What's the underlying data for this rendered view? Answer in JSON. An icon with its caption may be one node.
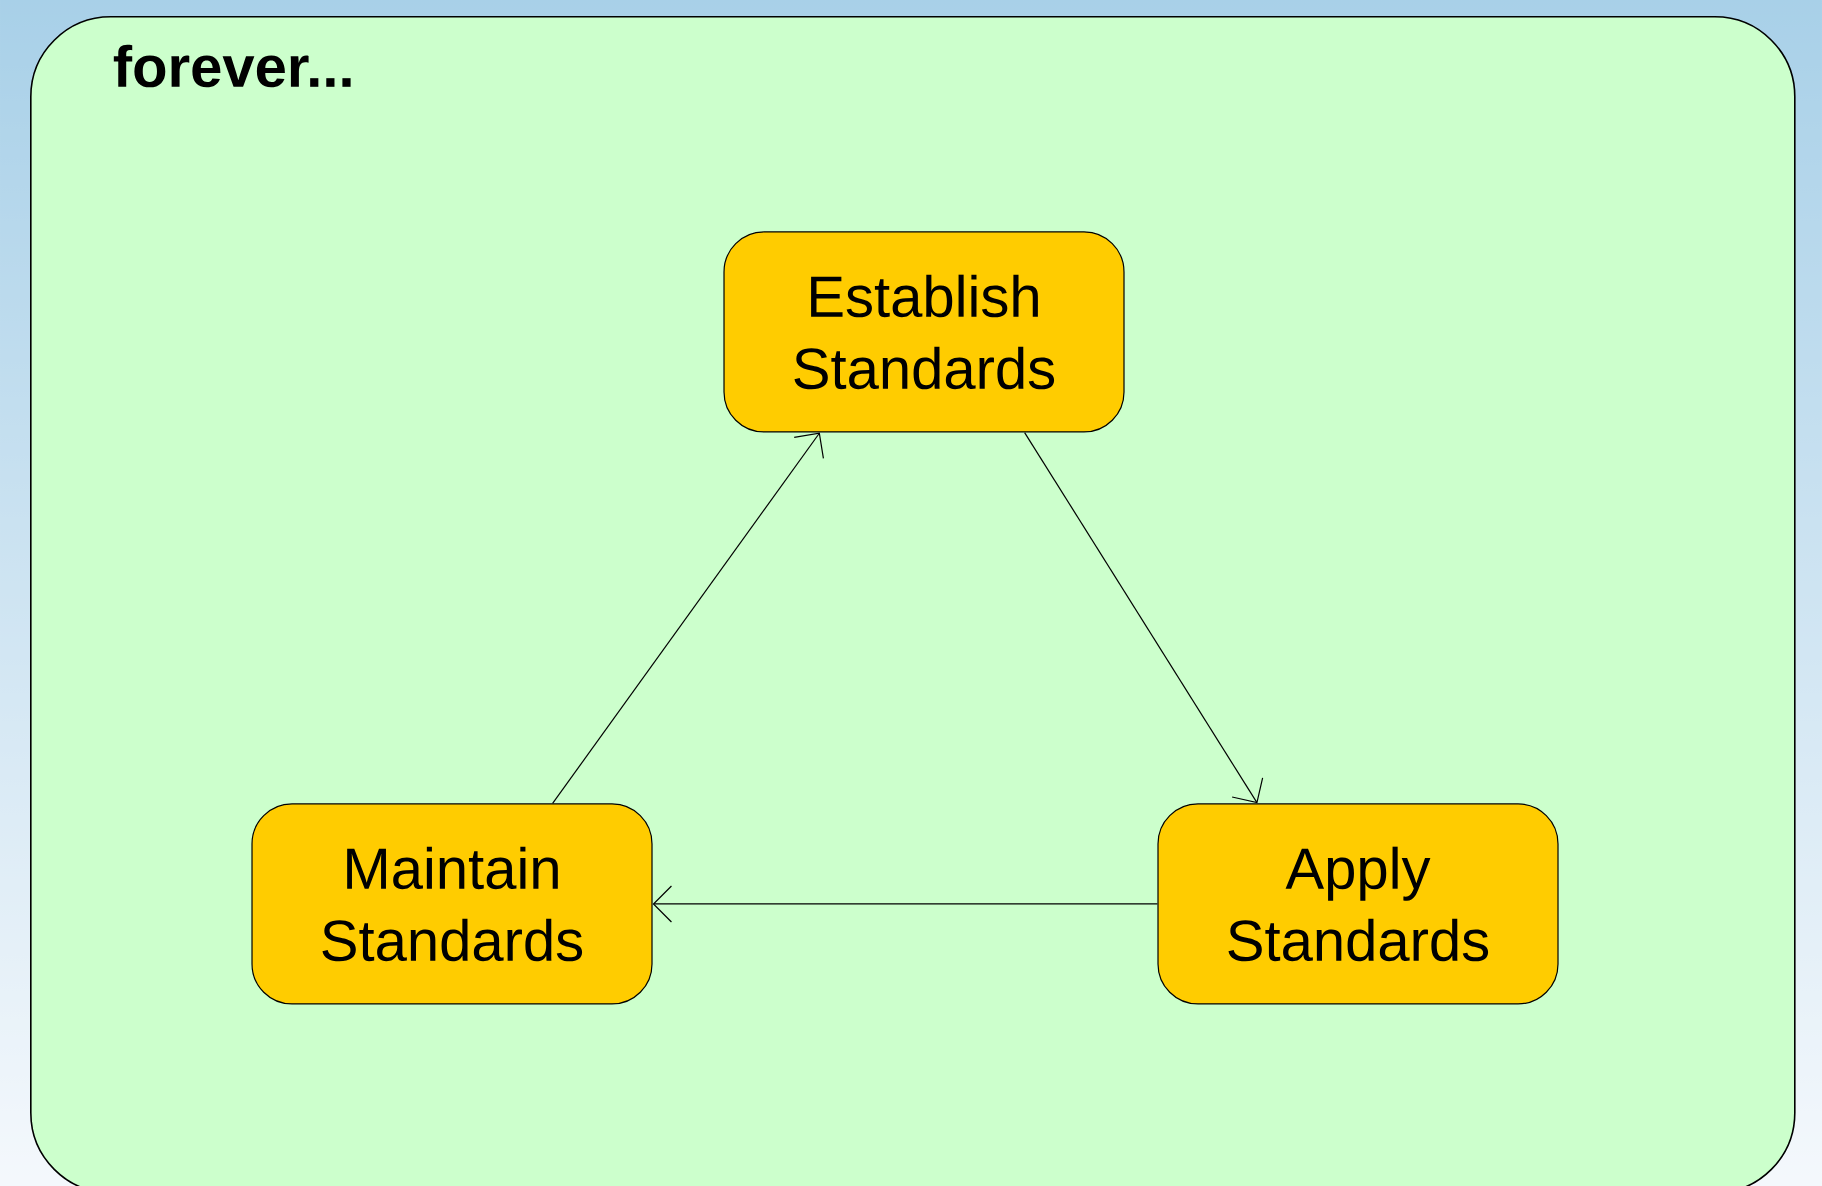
{
  "diagram": {
    "nodes": [
      {
        "text": [
          "forever..."
        ]
      },
      {
        "text": [
          "Establish Standards"
        ],
        "in": 0
      },
      {
        "text": [
          "Maintain Standards"
        ],
        "in": 0
      },
      {
        "text": [
          "Apply Standards"
        ],
        "in": 0
      }
    ],
    "edges": [
      {
        "from": 1,
        "to": 3,
        "arrow": "to"
      },
      {
        "from": 3,
        "to": 2,
        "arrow": "to"
      },
      {
        "from": 2,
        "to": 1,
        "arrow": "to"
      }
    ]
  }
}
